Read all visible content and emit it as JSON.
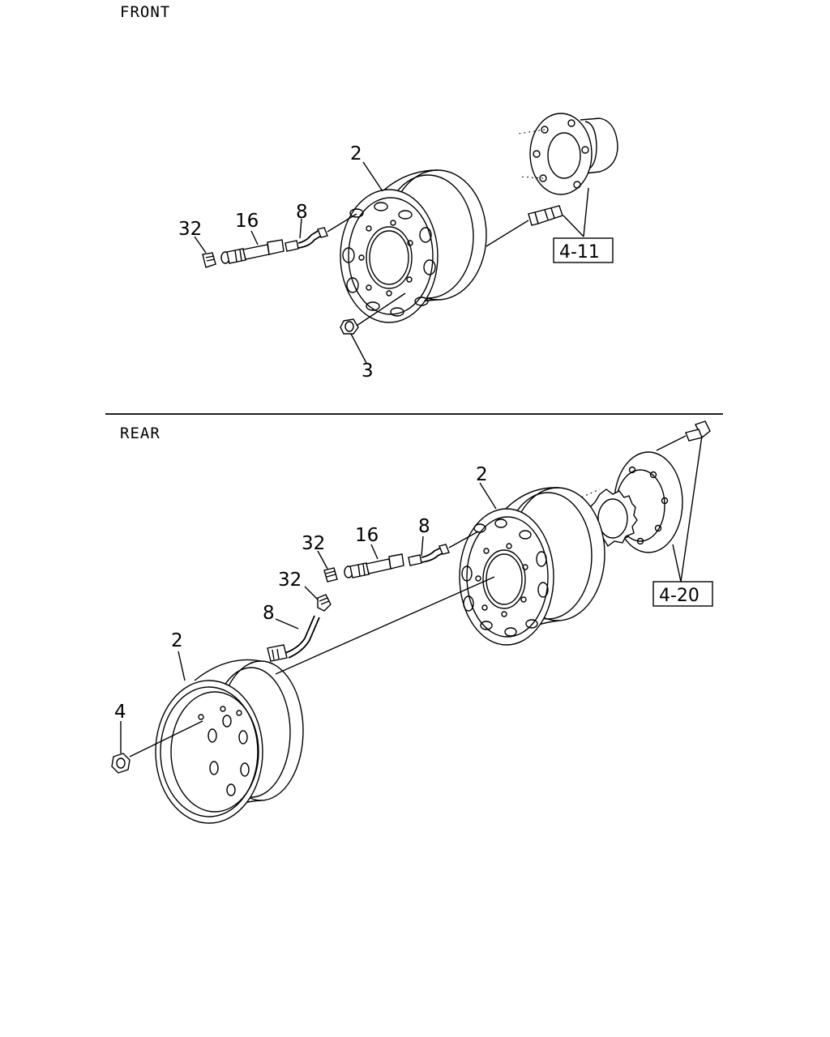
{
  "sections": {
    "front": {
      "title": "FRONT"
    },
    "rear": {
      "title": "REAR"
    }
  },
  "front_labels": {
    "wheel": "2",
    "nut_end": "3",
    "cap": "32",
    "extension": "16",
    "hose": "8",
    "ref_box": "4-11"
  },
  "rear_labels": {
    "wheel_inner": "2",
    "wheel_outer": "2",
    "nut": "4",
    "cap_a": "32",
    "cap_b": "32",
    "extension": "16",
    "hose_a": "8",
    "hose_b": "8",
    "ref_box": "4-20"
  }
}
